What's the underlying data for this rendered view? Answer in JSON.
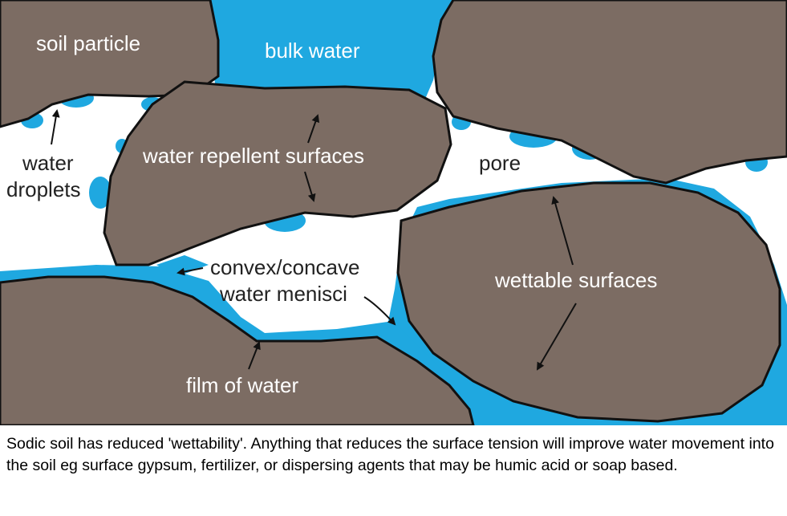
{
  "labels": {
    "soil_particle": "soil particle",
    "bulk_water": "bulk water",
    "water_droplets_line1": "water",
    "water_droplets_line2": "droplets",
    "water_repellent_surfaces": "water repellent surfaces",
    "pore": "pore",
    "convex_concave_line1": "convex/concave",
    "convex_concave_line2": "water menisci",
    "wettable_surfaces": "wettable surfaces",
    "film_of_water": "film of water"
  },
  "caption": "Sodic soil has reduced 'wettability'.  Anything that reduces the surface tension will improve water movement into the soil eg surface gypsum, fertilizer, or dispersing agents that may be humic acid or soap based.",
  "colors": {
    "soil": "#7c6c63",
    "water": "#1fa8e0",
    "outline": "#111111",
    "label_light": "#ffffff",
    "label_dark": "#222222"
  }
}
